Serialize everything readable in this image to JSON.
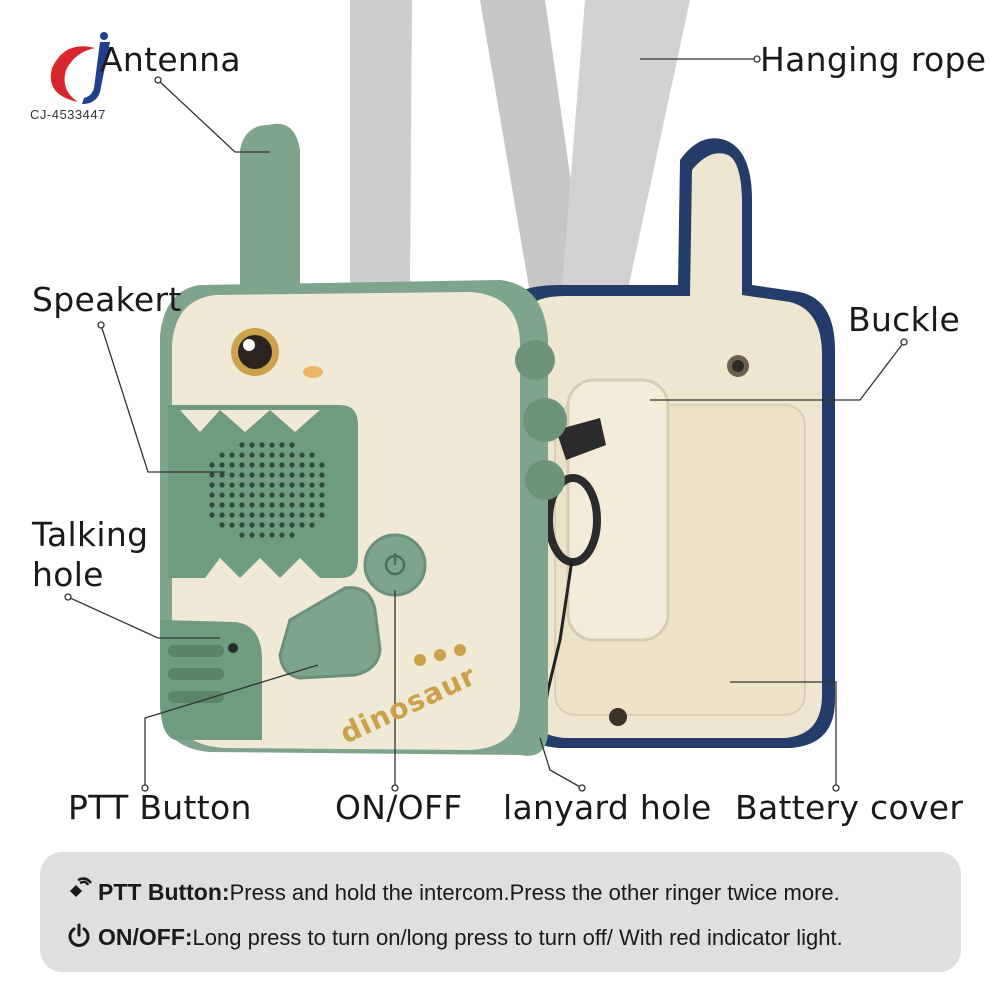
{
  "brand": {
    "model_code": "CJ-4533447",
    "logo_colors": {
      "red": "#d9262c",
      "blue": "#1f3f8f"
    }
  },
  "callouts": {
    "antenna": "Antenna",
    "hanging_rope": "Hanging rope",
    "speaker": "Speakert",
    "buckle": "Buckle",
    "talking_hole_line1": "Talking",
    "talking_hole_line2": "hole",
    "ptt_button": "PTT Button",
    "on_off": "ON/OFF",
    "lanyard_hole": "lanyard hole",
    "battery_cover": "Battery cover"
  },
  "product": {
    "front_print": "dinosaur",
    "colors": {
      "front_body": "#efe9d6",
      "green": "#7fa48c",
      "dark_green": "#5f8a70",
      "back_body": "#eee6cf",
      "navy": "#243c6a",
      "strap": "#c9c9c9"
    }
  },
  "info": {
    "ptt_title": "PTT Button:",
    "ptt_text": "Press and hold the intercom.Press the other ringer twice more.",
    "power_title": "ON/OFF:",
    "power_text": "Long press to turn on/long press to turn off/ With red indicator light.",
    "icons": [
      "speaker-waves-icon",
      "power-icon"
    ]
  }
}
